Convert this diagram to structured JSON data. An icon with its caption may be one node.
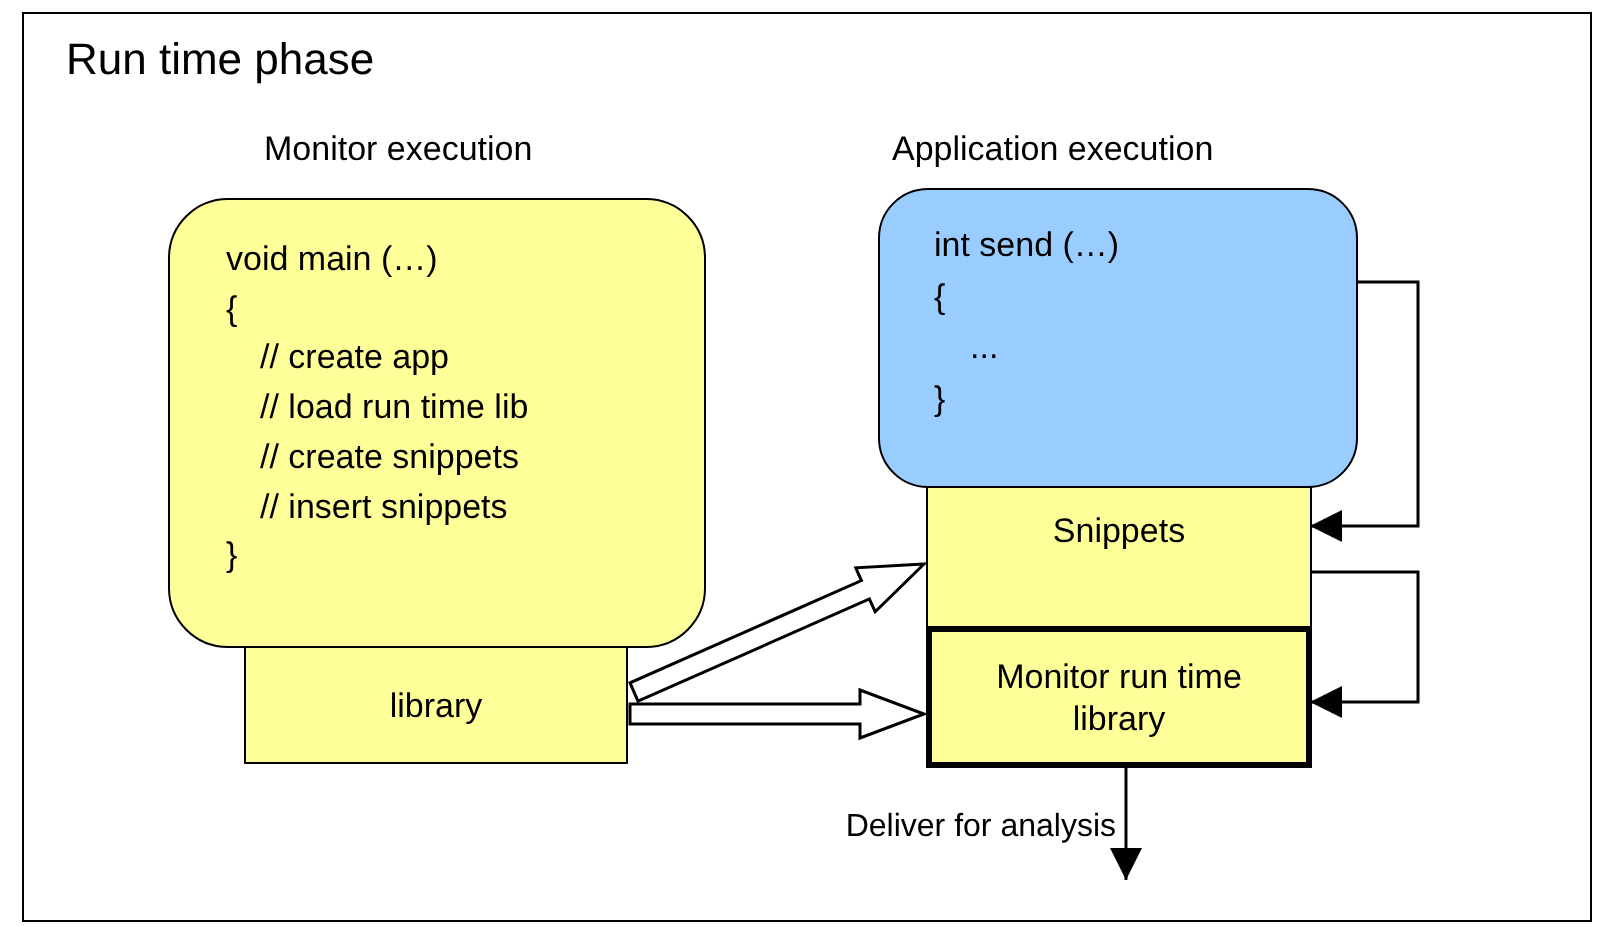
{
  "diagram": {
    "nodes": [
      {
        "text": [
          "Run time phase"
        ]
      },
      {
        "text": [
          "void main (…)",
          "{",
          "// create app",
          "// load run time lib",
          "// create snippets",
          "// insert snippets",
          "}"
        ],
        "beside": [
          "Monitor execution"
        ],
        "in": 0
      },
      {
        "text": [
          "library"
        ],
        "in": 0
      },
      {
        "text": [
          "int send (…)",
          "{",
          "...",
          "}"
        ],
        "beside": [
          "Application execution"
        ],
        "in": 0
      },
      {
        "text": [
          "Snippets"
        ],
        "in": 0
      },
      {
        "text": [
          "Monitor run time library"
        ],
        "in": 0
      }
    ],
    "edges": [
      {
        "from": 2,
        "to": 4,
        "arrow": "to",
        "style": "thick"
      },
      {
        "from": 2,
        "to": 5,
        "arrow": "to",
        "style": "thick"
      },
      {
        "from": 3,
        "to": 4,
        "arrow": "to"
      },
      {
        "from": 4,
        "to": 5,
        "arrow": "to"
      },
      {
        "from": 5,
        "to": null,
        "arrow": "to",
        "label": "Deliver for analysis"
      }
    ]
  }
}
